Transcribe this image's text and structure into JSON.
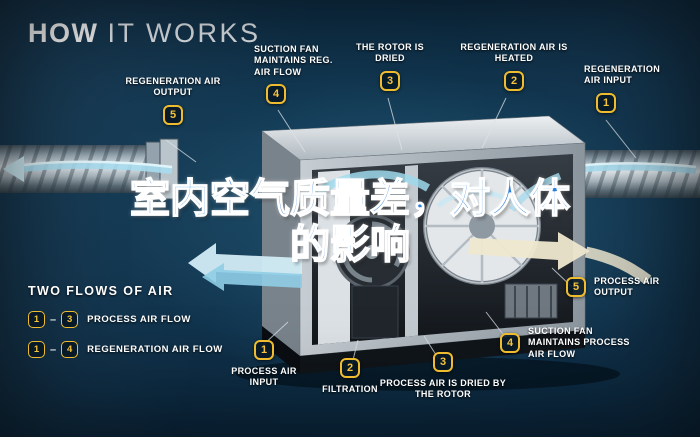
{
  "title": {
    "word1": "HOW",
    "word2": "IT WORKS"
  },
  "watermark": {
    "line1": "室内空气质量差，对人体",
    "line2": "的影响"
  },
  "callouts": [
    {
      "num": "5",
      "text": "REGENERATION AIR OUTPUT"
    },
    {
      "num": "4",
      "text": "SUCTION FAN MAINTAINS REG. AIR FLOW"
    },
    {
      "num": "3",
      "text": "THE ROTOR IS DRIED"
    },
    {
      "num": "2",
      "text": "REGENERATION AIR IS HEATED"
    },
    {
      "num": "1",
      "text": "REGENERATION AIR INPUT"
    },
    {
      "num": "5",
      "text": "PROCESS AIR OUTPUT"
    },
    {
      "num": "4",
      "text": "SUCTION FAN MAINTAINS PROCESS AIR FLOW"
    },
    {
      "num": "3",
      "text": "PROCESS AIR IS DRIED BY THE ROTOR"
    },
    {
      "num": "2",
      "text": "FILTRATION"
    },
    {
      "num": "1",
      "text": "PROCESS AIR INPUT"
    }
  ],
  "legend": {
    "title": "TWO FLOWS OF AIR",
    "items": [
      {
        "from": "1",
        "dash": "–",
        "to": "3",
        "label": "PROCESS AIR FLOW"
      },
      {
        "from": "1",
        "dash": "–",
        "to": "4",
        "label": "REGENERATION AIR FLOW"
      }
    ]
  },
  "colors": {
    "background": "#0d2c44",
    "accent_yellow": "#eebc2e",
    "airflow_blue": "#a7dcee",
    "process_ribbon": "#efe8d0",
    "watermark_blue": "#2e7fd8"
  }
}
